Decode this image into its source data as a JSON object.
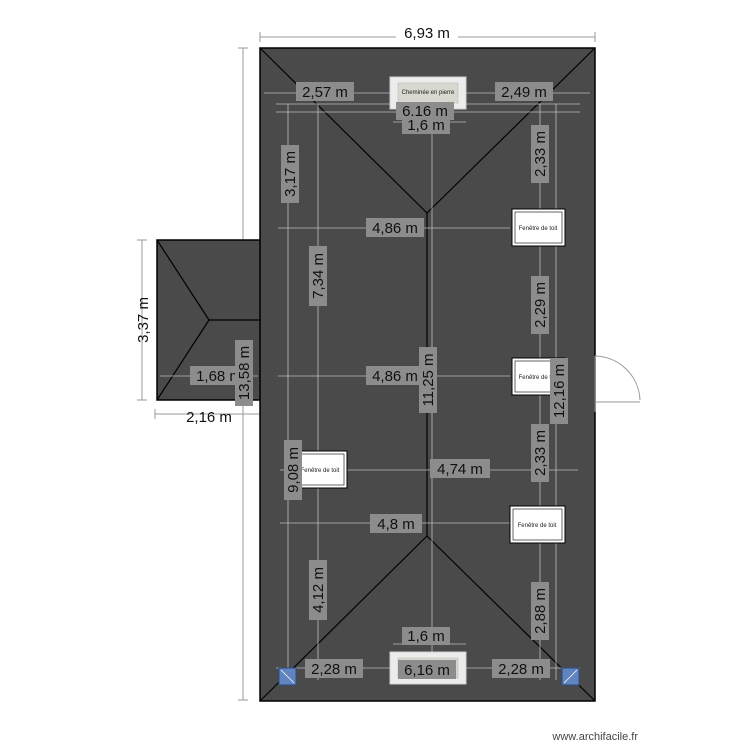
{
  "outer_dimensions": {
    "width": "6,93 m",
    "annex_height": "3,37 m",
    "annex_width": "2,16 m"
  },
  "inner_dimensions": {
    "top_left": "2,57 m",
    "top_right": "2,49 m",
    "top_center": "6,16 m",
    "top_chimney_width": "1,6 m",
    "left_upper": "3,17 m",
    "right_upper": "2,33 m",
    "row1": "4,86 m",
    "left_mid": "7,34 m",
    "right_mid": "2,29 m",
    "row2": "4,86 m",
    "center_vertical": "11,25 m",
    "right_vertical": "12,16 m",
    "annex_inner_width": "1,68 m",
    "annex_inner_height": "13,58 m",
    "left_lower": "9,08 m",
    "row3": "4,74 m",
    "right_lower": "2,33 m",
    "row4": "4,8 m",
    "left_bottom": "4,12 m",
    "right_bottom": "2,88 m",
    "bottom_chimney_width": "1,6 m",
    "bottom_left": "2,28 m",
    "bottom_center": "6,16 m",
    "bottom_right": "2,28 m"
  },
  "items": {
    "chimney": "Cheminée en pierre",
    "skylight": "Fenêtre de toit"
  },
  "watermark": "www.archifacile.fr",
  "colors": {
    "roof": "#4a4a4a",
    "lines": "#000000",
    "label_bg": "#8c8c8c",
    "inner_line": "#bdbdbd"
  }
}
